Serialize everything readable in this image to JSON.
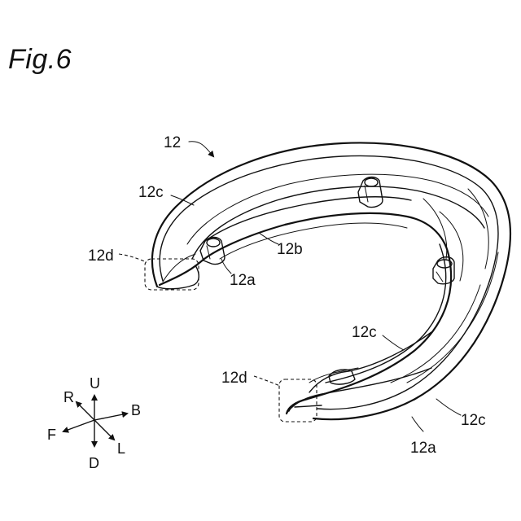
{
  "figure": {
    "title": "Fig.6"
  },
  "labels": {
    "part": "12",
    "outer_left": "12c",
    "inner_left": "12b",
    "edge_left": "12a",
    "end_left": "12d",
    "outer_mid": "12c",
    "end_right": "12d",
    "outer_right": "12c",
    "edge_right": "12a"
  },
  "directions": {
    "up": "U",
    "down": "D",
    "front": "F",
    "back": "B",
    "right": "R",
    "left": "L"
  }
}
